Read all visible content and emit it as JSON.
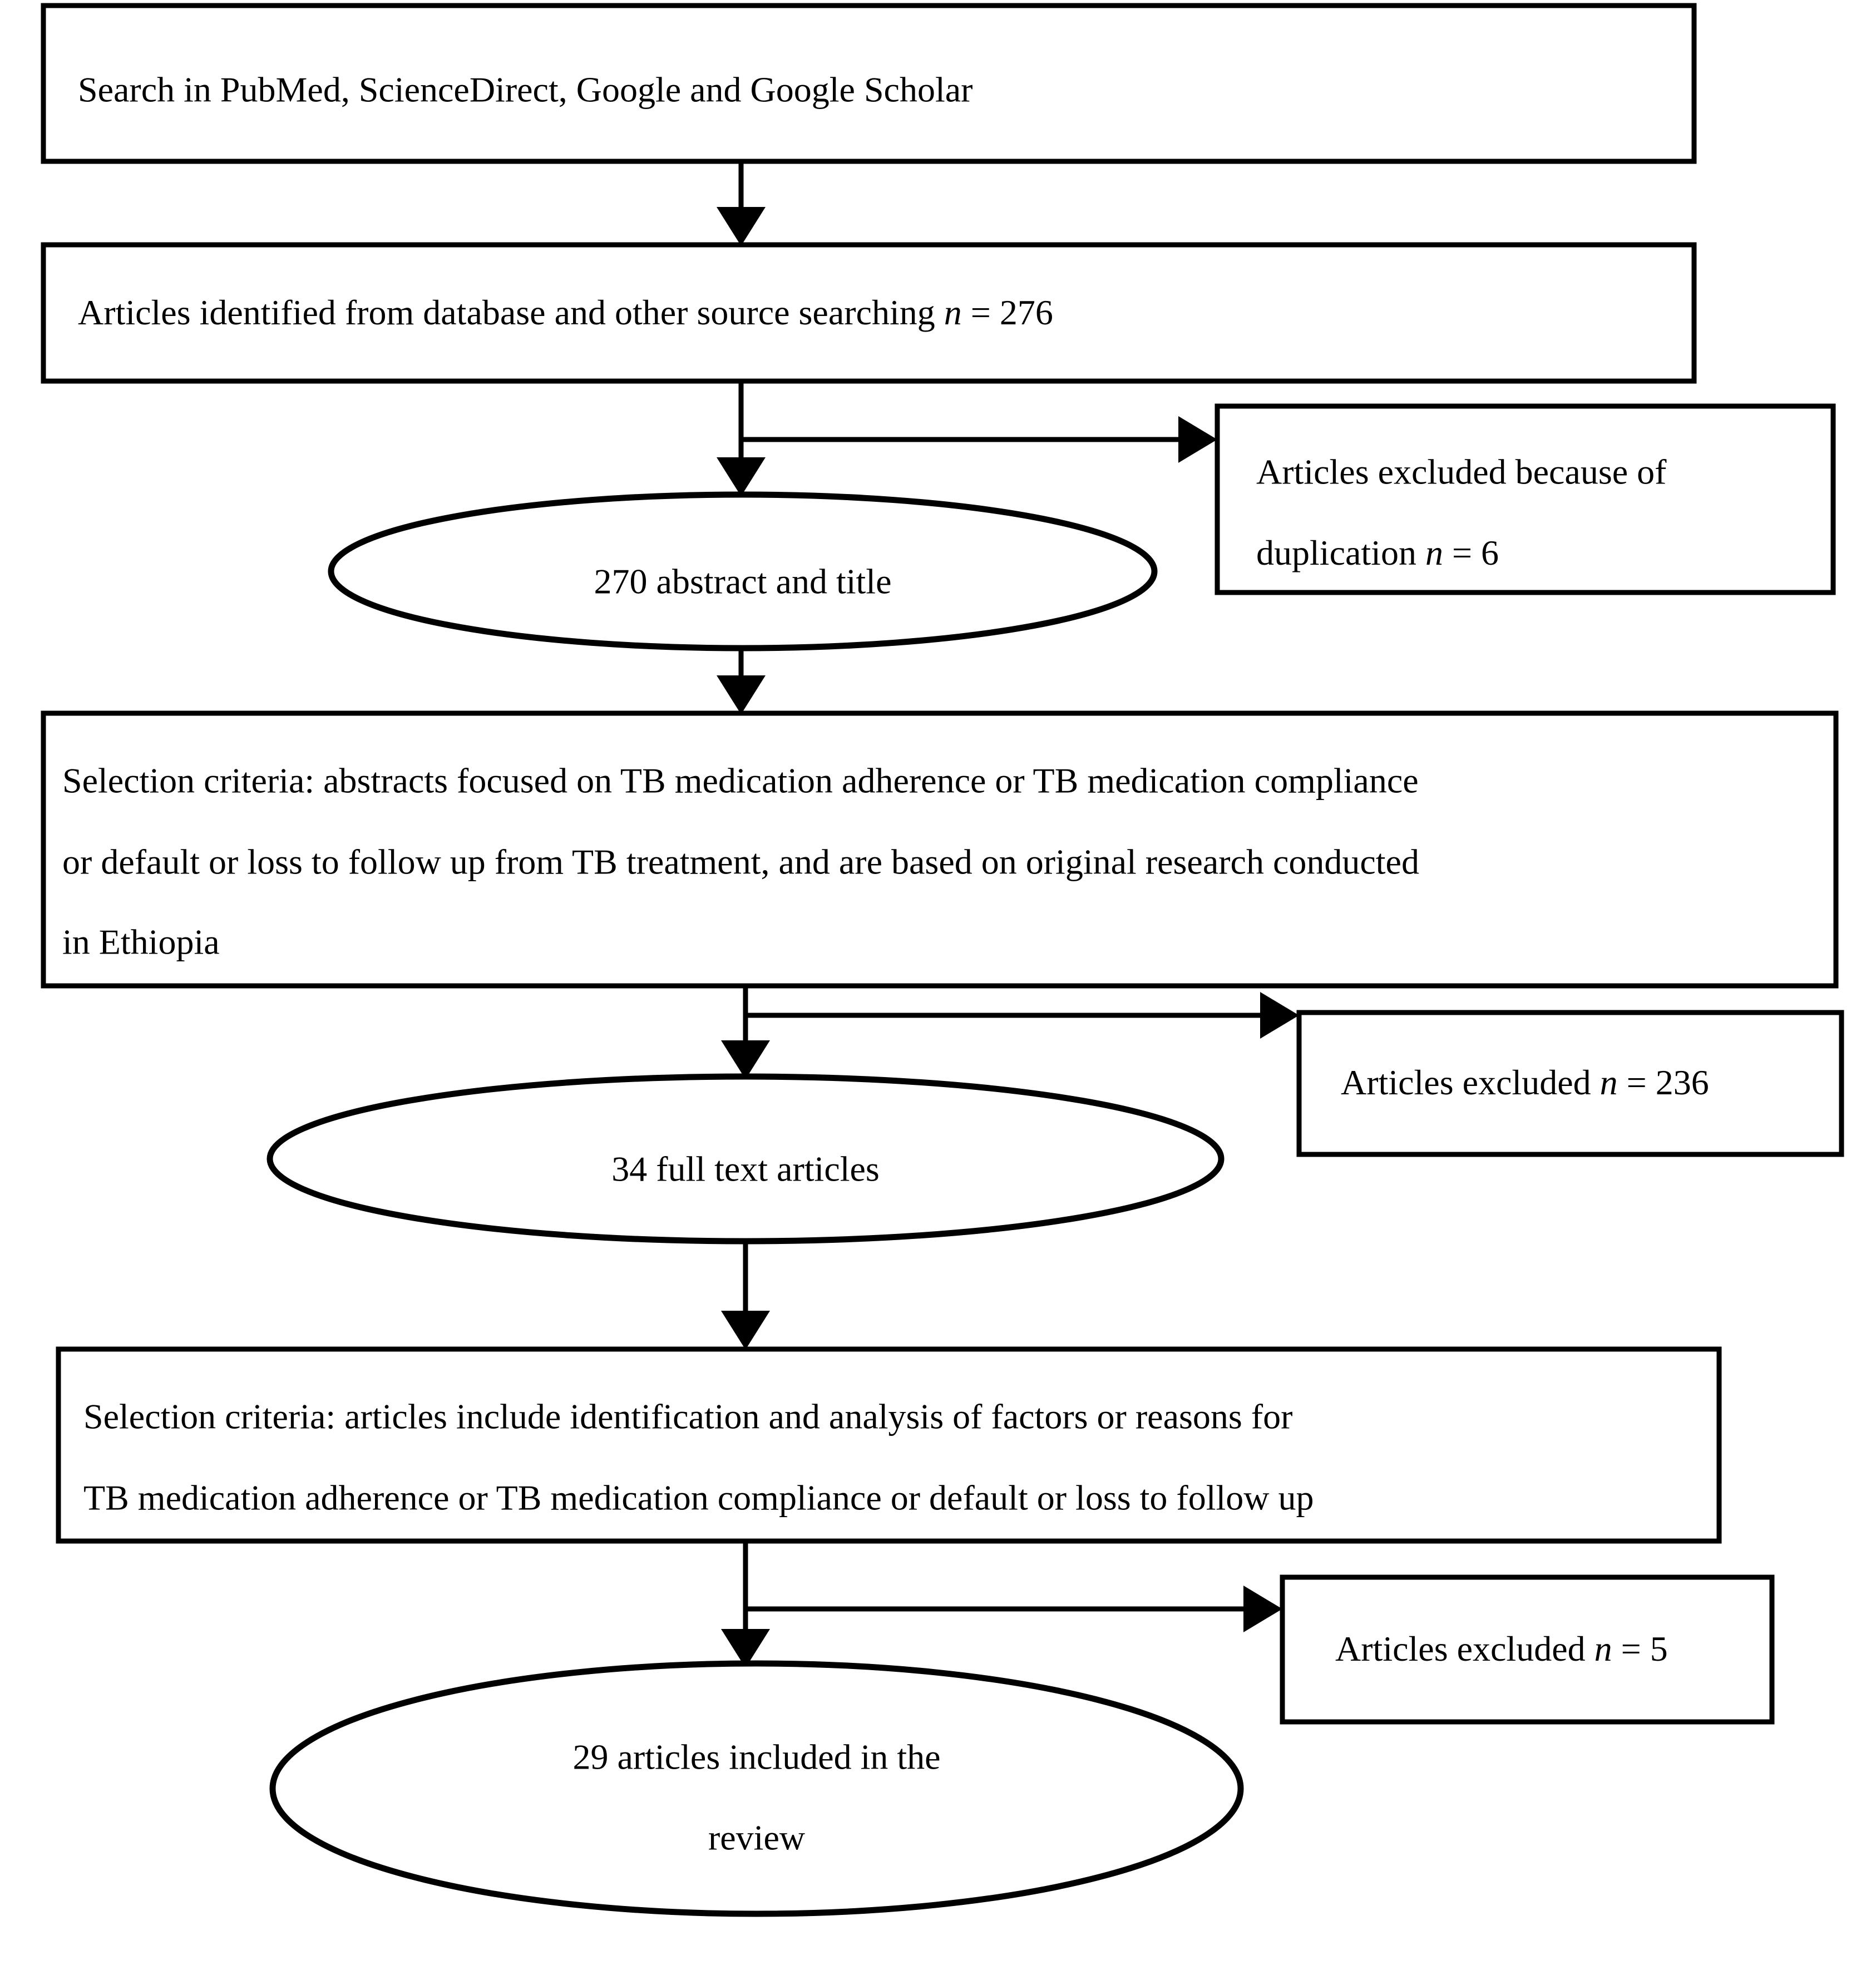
{
  "diagram": {
    "type": "prisma-flow-diagram",
    "nodes": [
      {
        "id": "search-sources",
        "shape": "rectangle",
        "lines": [
          "Search in PubMed, ScienceDirect, Google and Google Scholar"
        ]
      },
      {
        "id": "articles-identified",
        "shape": "rectangle",
        "line_pre": "Articles identified from database and other source searching ",
        "n_symbol": "n",
        "n_value": " = 276"
      },
      {
        "id": "excluded-duplication",
        "shape": "rectangle",
        "line1": "Articles excluded because of",
        "line2_pre": "duplication ",
        "n_symbol": "n",
        "n_value": " = 6"
      },
      {
        "id": "abstract-and-title",
        "shape": "ellipse",
        "lines": [
          "270 abstract and title"
        ]
      },
      {
        "id": "selection-criteria-abstracts",
        "shape": "rectangle",
        "lines": [
          "Selection criteria: abstracts focused on TB medication adherence or TB medication compliance",
          "or default or loss to follow up from TB treatment, and are based on original research conducted",
          "in Ethiopia"
        ]
      },
      {
        "id": "excluded-236",
        "shape": "rectangle",
        "line_pre": "Articles excluded ",
        "n_symbol": "n",
        "n_value": " = 236"
      },
      {
        "id": "full-text-articles",
        "shape": "ellipse",
        "lines": [
          "34 full text articles"
        ]
      },
      {
        "id": "selection-criteria-articles",
        "shape": "rectangle",
        "lines": [
          "Selection criteria: articles include identification and analysis of factors or reasons for",
          "TB medication adherence or TB medication compliance or default or loss to follow up"
        ]
      },
      {
        "id": "excluded-5",
        "shape": "rectangle",
        "line_pre": "Articles excluded ",
        "n_symbol": "n",
        "n_value": " = 5"
      },
      {
        "id": "articles-included",
        "shape": "ellipse",
        "lines": [
          "29 articles included in the",
          "review"
        ]
      }
    ],
    "colors": {
      "stroke": "#000000",
      "fill": "#ffffff",
      "text": "#000000"
    }
  },
  "text": {
    "box1_line1": "Search in PubMed, ScienceDirect, Google and Google Scholar",
    "box2_pre": "Articles identified from database and other source searching ",
    "box2_n": "n",
    "box2_val": " = 276",
    "dup_line1": "Articles excluded because of",
    "dup_line2_pre": "duplication ",
    "dup_n": "n",
    "dup_val": " = 6",
    "ellipse1": "270 abstract and title",
    "crit1_line1": "Selection criteria: abstracts focused on TB medication adherence or TB medication compliance",
    "crit1_line2": "or default or loss to follow up from TB treatment, and are based on original research conducted",
    "crit1_line3": "in Ethiopia",
    "excl236_pre": "Articles excluded ",
    "excl236_n": "n",
    "excl236_val": " = 236",
    "ellipse2": "34 full text articles",
    "crit2_line1": "Selection criteria: articles include identification and analysis of factors or reasons for",
    "crit2_line2": "TB medication adherence or TB medication compliance or default or loss to follow up",
    "excl5_pre": "Articles excluded ",
    "excl5_n": "n",
    "excl5_val": " = 5",
    "ellipse3_line1": "29 articles included in the",
    "ellipse3_line2": "review"
  }
}
